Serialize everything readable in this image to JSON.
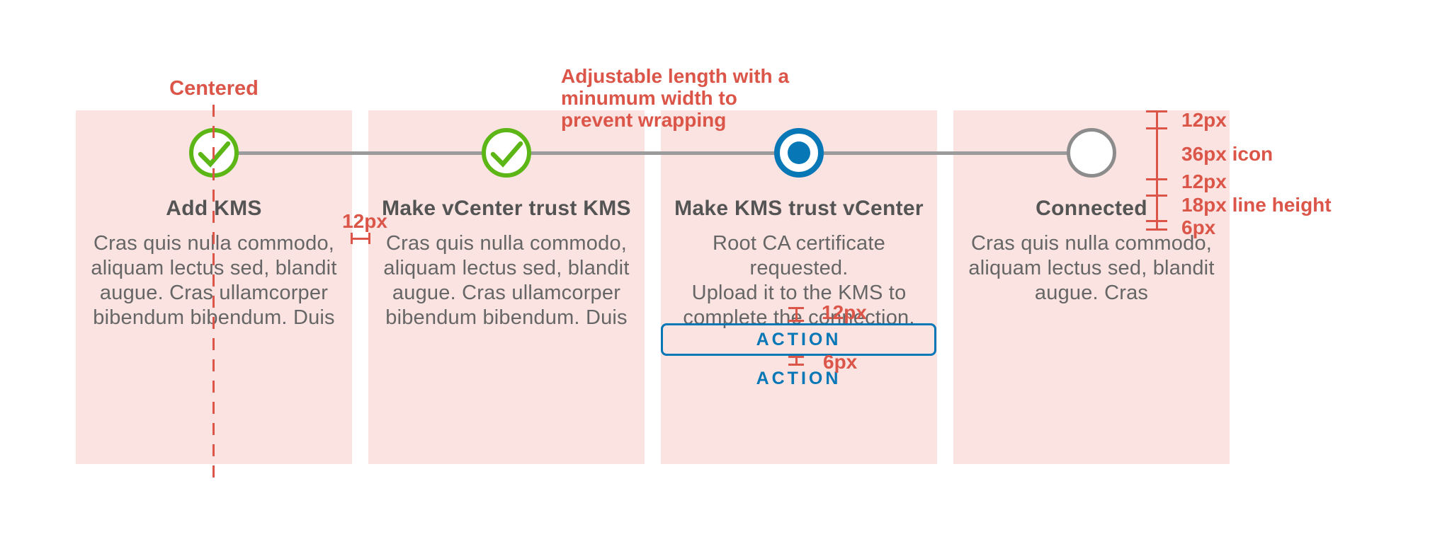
{
  "colors": {
    "panel_pink": "#FAE3E1",
    "annotation_red": "#DB5549",
    "success_green": "#5CB615",
    "accent_blue": "#0777B6",
    "connector_gray": "#9B9B9B",
    "empty_circle_gray": "#8C8C8C",
    "title_text": "#545454",
    "body_text": "#666666"
  },
  "annotations": {
    "centered": "Centered",
    "adjustable_line1": "Adjustable length with a",
    "adjustable_line2": "minumum width to",
    "adjustable_line3": "prevent wrapping",
    "panel_gap": "12px",
    "button_top_gap": "12px",
    "button_bottom_gap": "6px",
    "ruler_labels": [
      "12px",
      "36px icon",
      "12px",
      "18px line height",
      "6px"
    ]
  },
  "steps": [
    {
      "title": "Add KMS",
      "state": "complete",
      "body": [
        "Cras quis nulla commodo,",
        "aliquam lectus sed, blandit",
        "augue. Cras ullamcorper",
        "bibendum bibendum. Duis"
      ]
    },
    {
      "title": "Make vCenter trust KMS",
      "state": "complete",
      "body": [
        "Cras quis nulla commodo,",
        "aliquam lectus sed, blandit",
        "augue. Cras ullamcorper",
        "bibendum bibendum. Duis"
      ]
    },
    {
      "title": "Make KMS trust vCenter",
      "state": "current",
      "body": [
        "Root CA certificate requested.",
        "Upload it to the KMS to",
        "complete the connection."
      ],
      "button_label": "ACTION",
      "link_label": "ACTION"
    },
    {
      "title": "Connected",
      "state": "empty",
      "body": [
        "Cras quis nulla commodo,",
        "aliquam lectus sed, blandit",
        "augue. Cras"
      ]
    }
  ]
}
